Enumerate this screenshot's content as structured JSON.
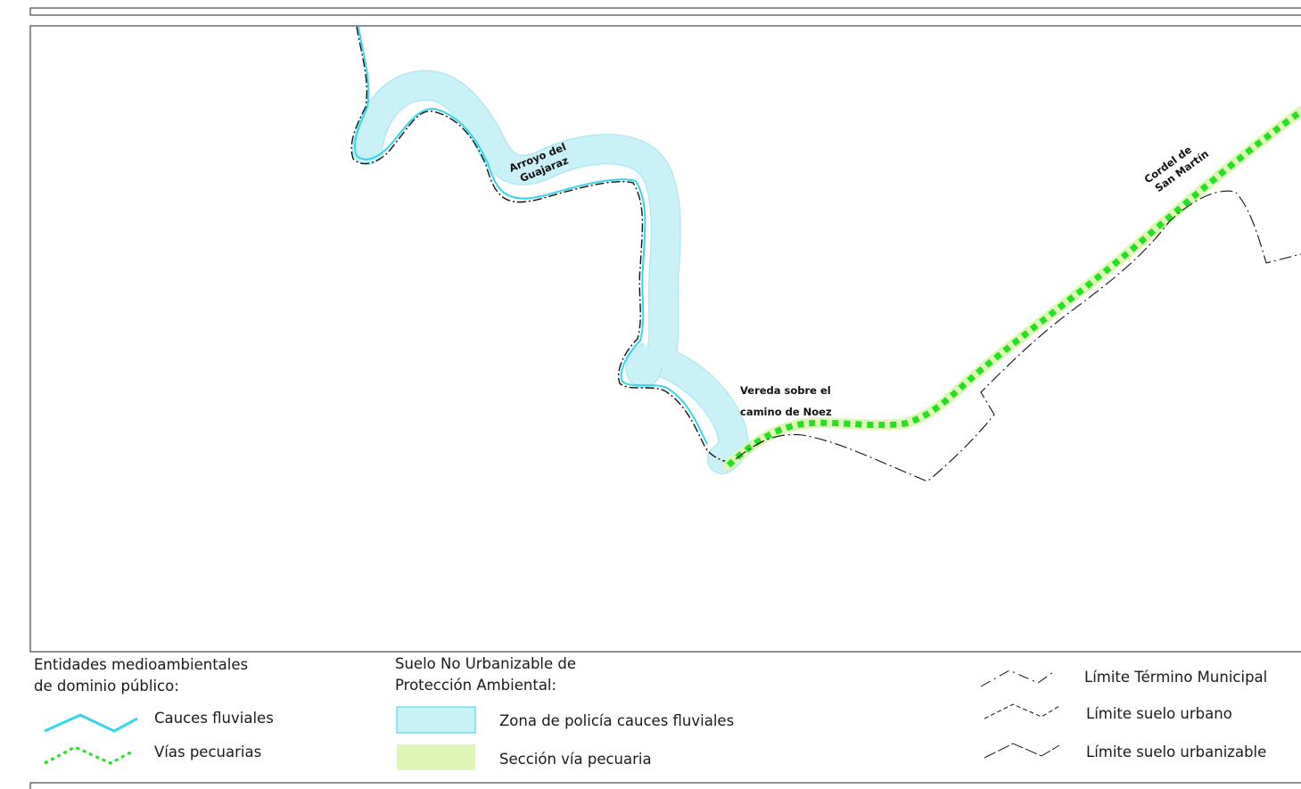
{
  "map": {
    "labels": {
      "arroyo_line1": "Arroyo del",
      "arroyo_line2": "Guajaraz",
      "cordel_line1": "Cordel de",
      "cordel_line2": "San Martín",
      "vereda_line1": "Vereda sobre el",
      "vereda_line2": "camino de Noez"
    }
  },
  "legend": {
    "group1": {
      "title_line1": "Entidades medioambientales",
      "title_line2": "de dominio público:",
      "items": [
        "Cauces fluviales",
        "Vías pecuarias"
      ]
    },
    "group2": {
      "title_line1": "Suelo No Urbanizable de",
      "title_line2": "Protección Ambiental:",
      "items": [
        "Zona de policía cauces fluviales",
        "Sección vía pecuaria"
      ]
    },
    "group3": {
      "items": [
        "Límite Término Municipal",
        "Límite suelo urbano",
        "Límite suelo urbanizable"
      ]
    }
  },
  "colors": {
    "river_stream": "#33d6ea",
    "river_zone_fill": "#c9f1f7",
    "livestock_route": "#22e022",
    "livestock_section": "#dff6b8",
    "boundary": "#111111"
  }
}
